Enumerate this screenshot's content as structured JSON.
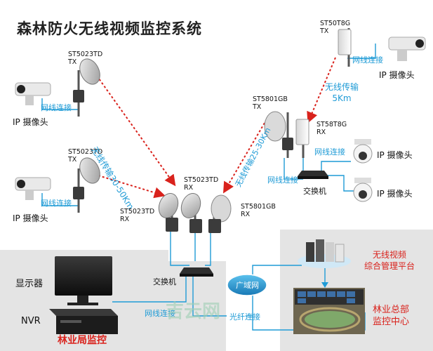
{
  "title": "森林防火无线视频监控系统",
  "devices": {
    "tx_top_left": {
      "model": "ST5023TD",
      "mode": "TX"
    },
    "tx_mid_left": {
      "model": "ST5023TD",
      "mode": "TX"
    },
    "rx_center_a": {
      "model": "ST5023TD",
      "mode": "RX"
    },
    "rx_center_b": {
      "model": "ST5023TD",
      "mode": "RX"
    },
    "rx_center_c": {
      "model": "ST5801GB",
      "mode": "RX"
    },
    "tx_right_dish": {
      "model": "ST5801GB",
      "mode": "TX"
    },
    "tx_top_right": {
      "model": "ST50T8G",
      "mode": "TX"
    },
    "rx_right": {
      "model": "ST58T8G",
      "mode": "RX"
    }
  },
  "camera_label": "IP 摄像头",
  "network_link_label": "网线连接",
  "wireless_links": {
    "left": "无线传输30-50Km",
    "center": "无线传输25-30Km",
    "right_line1": "无线传输",
    "right_line2": "5Km"
  },
  "switch_label": "交换机",
  "wan_label": "广域网",
  "fiber_label": "光纤连接",
  "monitor_label": "显示器",
  "nvr_label": "NVR",
  "forestry_station_label": "林业局监控",
  "platform_label_line1": "无线视频",
  "platform_label_line2": "综合管理平台",
  "hq_label_line1": "林业总部",
  "hq_label_line2": "监控中心",
  "watermark": "吉云网",
  "colors": {
    "link_blue": "#1f9bd6",
    "wireless_red": "#d9221c",
    "zone_gray": "#e4e4e4",
    "wan_fill": "#1f9bd6"
  }
}
